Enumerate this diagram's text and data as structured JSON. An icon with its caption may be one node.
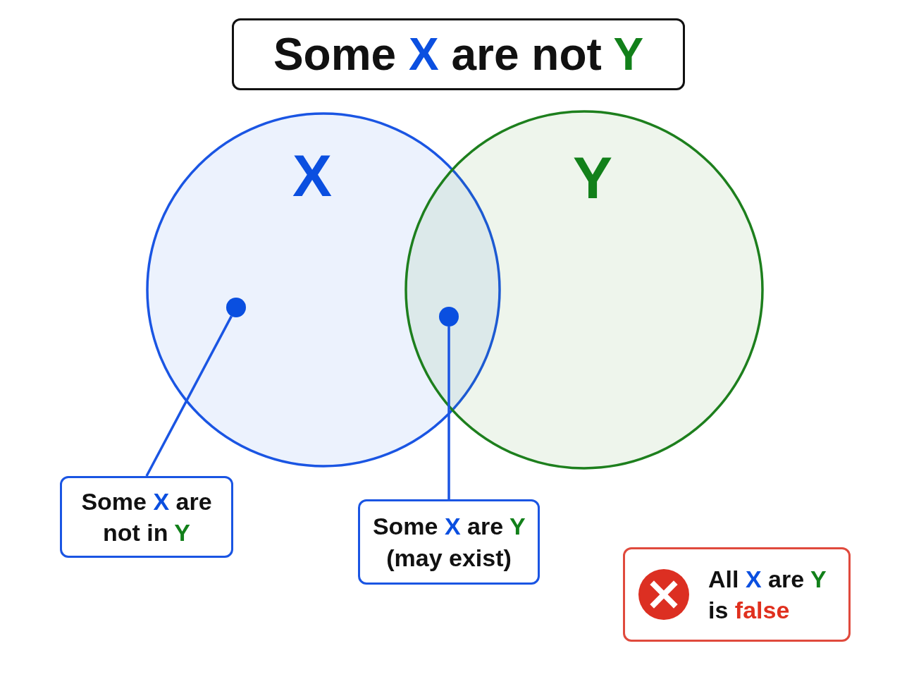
{
  "diagram": {
    "title": "Some X are not Y",
    "nodes": [
      {
        "text": [
          "X"
        ]
      },
      {
        "text": [
          "Y"
        ]
      },
      {
        "text": [],
        "shape": "circle",
        "in": 0
      },
      {
        "text": [],
        "shape": "circle"
      },
      {
        "text": [
          "Some X are not in Y"
        ]
      },
      {
        "text": [
          "Some X are Y (may exist)"
        ]
      },
      {
        "text": [
          "All X are Y is **false**"
        ]
      }
    ],
    "edges": [
      {
        "from": 4,
        "to": 2,
        "arrow": "none"
      },
      {
        "from": 5,
        "to": 3,
        "arrow": "none"
      }
    ]
  }
}
